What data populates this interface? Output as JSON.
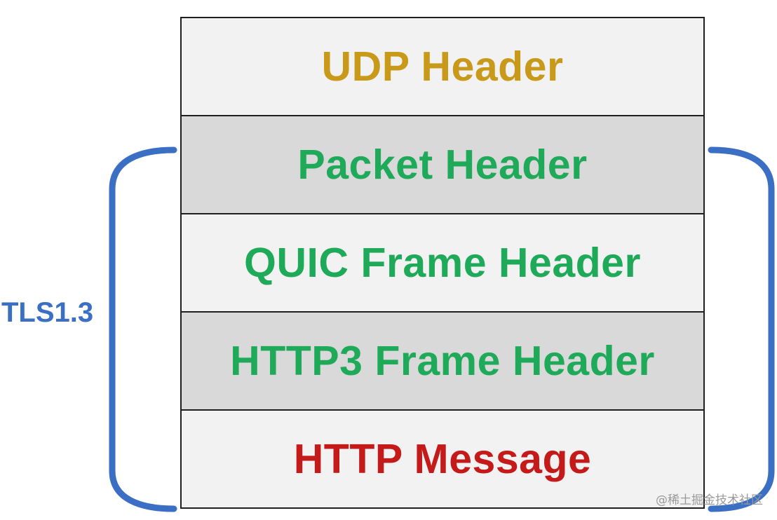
{
  "layers": [
    {
      "label": "UDP Header",
      "color": "#c99a1a",
      "shade": "light"
    },
    {
      "label": "Packet Header",
      "color": "#1faa5a",
      "shade": "dark"
    },
    {
      "label": "QUIC Frame Header",
      "color": "#1faa5a",
      "shade": "light"
    },
    {
      "label": "HTTP3 Frame Header",
      "color": "#1faa5a",
      "shade": "dark"
    },
    {
      "label": "HTTP Message",
      "color": "#c41a1a",
      "shade": "light"
    }
  ],
  "brace": {
    "label": "TLS1.3",
    "color": "#3a6fc4"
  },
  "watermark": "@稀土掘金技术社区"
}
